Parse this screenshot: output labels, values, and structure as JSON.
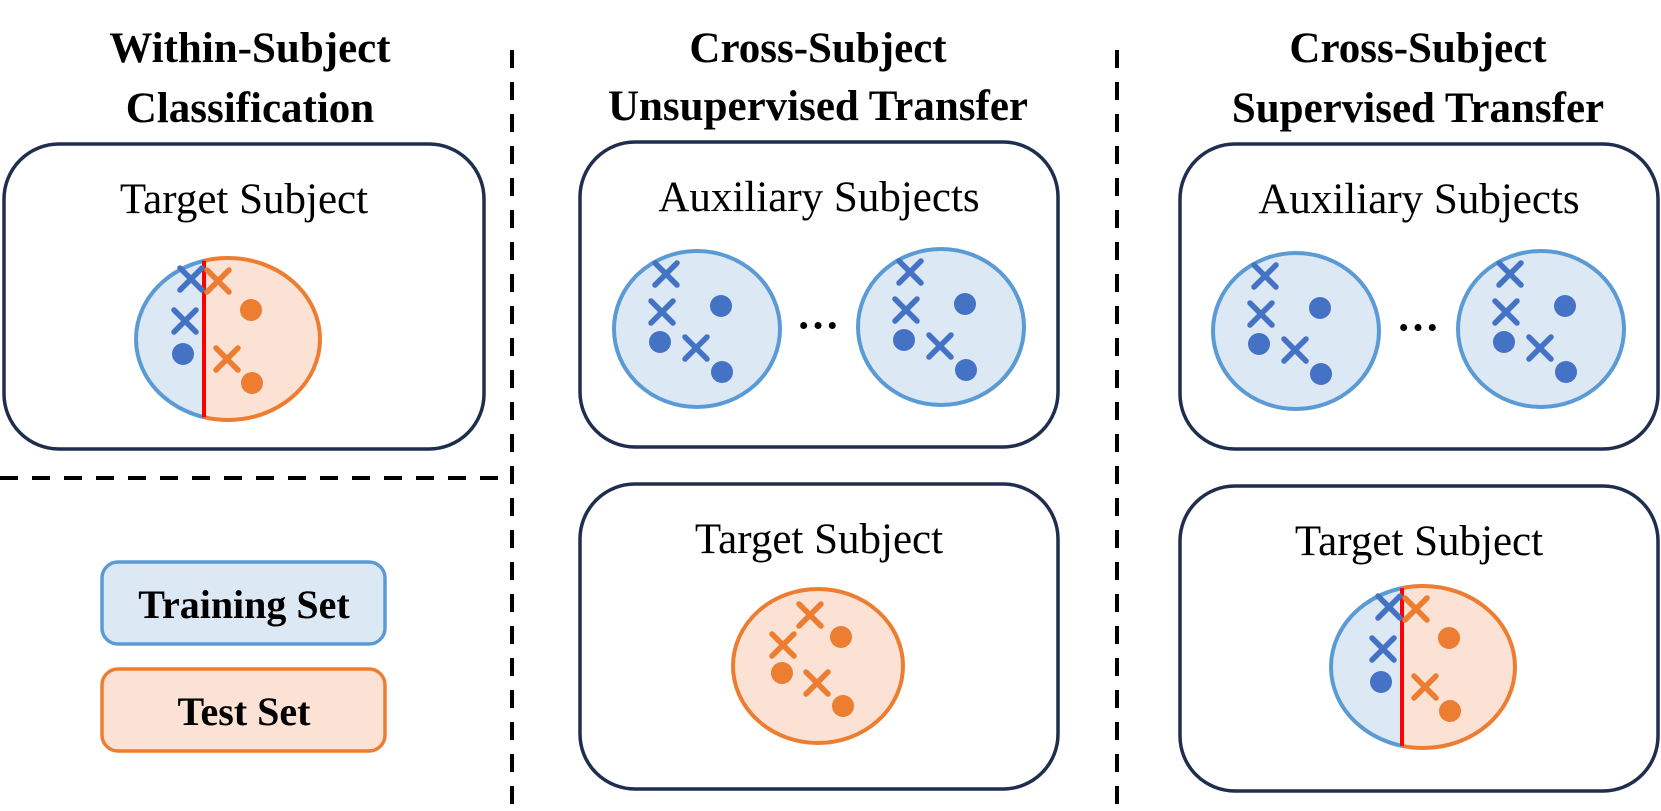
{
  "colors": {
    "train_fill": "#dde8f5",
    "train_stroke": "#5b9bd5",
    "test_fill": "#fbe2d5",
    "test_stroke": "#ed7d31",
    "cross_blue": "#4472c4",
    "dot_blue": "#4472c4",
    "mark_orange": "#ed7d31",
    "split_line": "#ff0000",
    "box_stroke": "#1f2d4f"
  },
  "panels": {
    "within": {
      "heading": [
        "Within-Subject",
        "Classification"
      ],
      "target_label": "Target Subject"
    },
    "unsupervised": {
      "heading": [
        "Cross-Subject",
        "Unsupervised Transfer"
      ],
      "aux_label": "Auxiliary Subjects",
      "target_label": "Target Subject",
      "ellipsis": "···"
    },
    "supervised": {
      "heading": [
        "Cross-Subject",
        "Supervised Transfer"
      ],
      "aux_label": "Auxiliary Subjects",
      "target_label": "Target Subject",
      "ellipsis": "···"
    }
  },
  "legend": {
    "training": "Training Set",
    "test": "Test Set"
  },
  "icons": [
    "cross-marker-icon",
    "dot-marker-icon"
  ]
}
